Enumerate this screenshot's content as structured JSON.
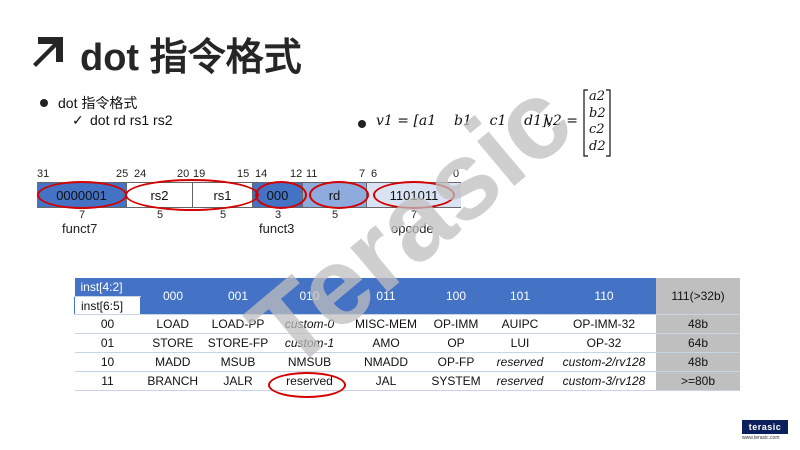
{
  "title": "dot 指令格式",
  "bullets": {
    "main": "dot 指令格式",
    "sub": "dot rd rs1 rs2"
  },
  "vector": {
    "v1_label": "v1 = [a1    b1    c1    d1],",
    "v2_label": "v2 =",
    "v2_entries": [
      "a2",
      "b2",
      "c2",
      "d2"
    ]
  },
  "bit_positions": [
    "31",
    "25",
    "24",
    "20",
    "19",
    "15",
    "14",
    "12",
    "11",
    "7",
    "6",
    "0"
  ],
  "fields": [
    {
      "value": "0000001",
      "width": "7",
      "name": "funct7",
      "color": "#4472c4"
    },
    {
      "value": "rs2",
      "width": "5",
      "name": "",
      "color": "#ffffff"
    },
    {
      "value": "rs1",
      "width": "5",
      "name": "",
      "color": "#ffffff"
    },
    {
      "value": "000",
      "width": "3",
      "name": "funct3",
      "color": "#4472c4"
    },
    {
      "value": "rd",
      "width": "5",
      "name": "",
      "color": "#8faadc"
    },
    {
      "value": "1101011",
      "width": "7",
      "name": "opcode",
      "color": "#dae3f3"
    }
  ],
  "watermark": "Terasic",
  "table": {
    "corner_top": "inst[4:2]",
    "corner_bottom": "inst[6:5]",
    "columns": [
      "000",
      "001",
      "010",
      "011",
      "100",
      "101",
      "110",
      "111(>32b)"
    ],
    "rows": [
      {
        "key": "00",
        "cells": [
          "LOAD",
          "LOAD-PP",
          "custom-0",
          "MISC-MEM",
          "OP-IMM",
          "AUIPC",
          "OP-IMM-32"
        ],
        "last": "48b"
      },
      {
        "key": "01",
        "cells": [
          "STORE",
          "STORE-FP",
          "custom-1",
          "AMO",
          "OP",
          "LUI",
          "OP-32"
        ],
        "last": "64b"
      },
      {
        "key": "10",
        "cells": [
          "MADD",
          "MSUB",
          "NMSUB",
          "NMADD",
          "OP-FP",
          "reserved",
          "custom-2/rv128"
        ],
        "last": "48b"
      },
      {
        "key": "11",
        "cells": [
          "BRANCH",
          "JALR",
          "reserved",
          "JAL",
          "SYSTEM",
          "reserved",
          "custom-3/rv128"
        ],
        "last": ">=80b"
      }
    ]
  },
  "logo": {
    "text": "terasic",
    "sub": "www.terasic.com"
  },
  "colors": {
    "accent": "#4472c4",
    "highlight_ring": "#d40000",
    "watermark": "#bfbfbf"
  }
}
